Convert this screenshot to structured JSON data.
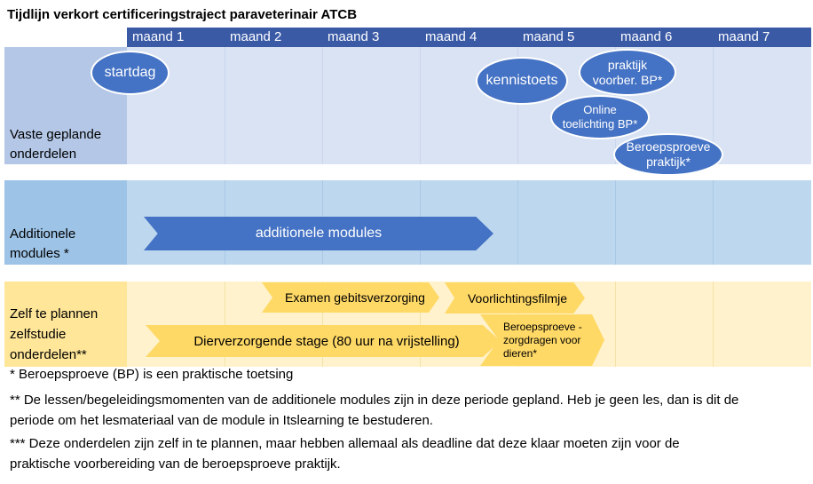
{
  "title": "Tijdlijn verkort certificeringstraject paraveterinair ATCB",
  "months": [
    "maand 1",
    "maand 2",
    "maand 3",
    "maand 4",
    "maand 5",
    "maand 6",
    "maand 7"
  ],
  "rows": {
    "fixed": {
      "label_line1": "Vaste geplande",
      "label_line2": "onderdelen"
    },
    "additional": {
      "label_line1": "Additionele",
      "label_line2": "modules *"
    },
    "selfstudy": {
      "label_line1": "Zelf te plannen",
      "label_line2": "zelfstudie",
      "label_line3": "onderdelen**"
    }
  },
  "events": {
    "startdag": "startdag",
    "kennistoets": "kennistoets",
    "praktijk_line1": "praktijk",
    "praktijk_line2": "voorber. BP*",
    "online_line1": "Online",
    "online_line2": "toelichting BP*",
    "bp_line1": "Beroepsproeve",
    "bp_line2": "praktijk*"
  },
  "bars": {
    "additionele": "additionele modules",
    "examen": "Examen gebitsverzorging",
    "voorlichting": "Voorlichtingsfilmje",
    "stage": "Dierverzorgende stage (80 uur na vrijstelling)",
    "bp_zorg_line1": "Beroepsproeve -",
    "bp_zorg_line2": "zorgdragen voor",
    "bp_zorg_line3": "dieren*"
  },
  "notes": {
    "n1": "* Beroepsproeve (BP) is een praktische toetsing",
    "n2_line1": "** De lessen/begeleidingsmomenten van de additionele modules zijn in deze periode gepland. Heb je geen les, dan is dit de",
    "n2_line2": "periode om het lesmateriaal van de module in Itslearning te bestuderen.",
    "n3_line1": "*** Deze onderdelen zijn zelf in te plannen, maar hebben allemaal als deadline dat deze klaar moeten zijn voor de",
    "n3_line2": "praktische voorbereiding van de beroepsproeve praktijk."
  },
  "colors": {
    "header": "#3a5aa6",
    "fixed_band": "#dae3f3",
    "fixed_label": "#b4c7e7",
    "additional_band": "#bdd7ee",
    "additional_label": "#9dc3e6",
    "self_band": "#fff2cc",
    "self_label": "#ffe699",
    "event": "#4472c4",
    "arrow_blue": "#4472c4",
    "arrow_yellow": "#ffd966"
  }
}
